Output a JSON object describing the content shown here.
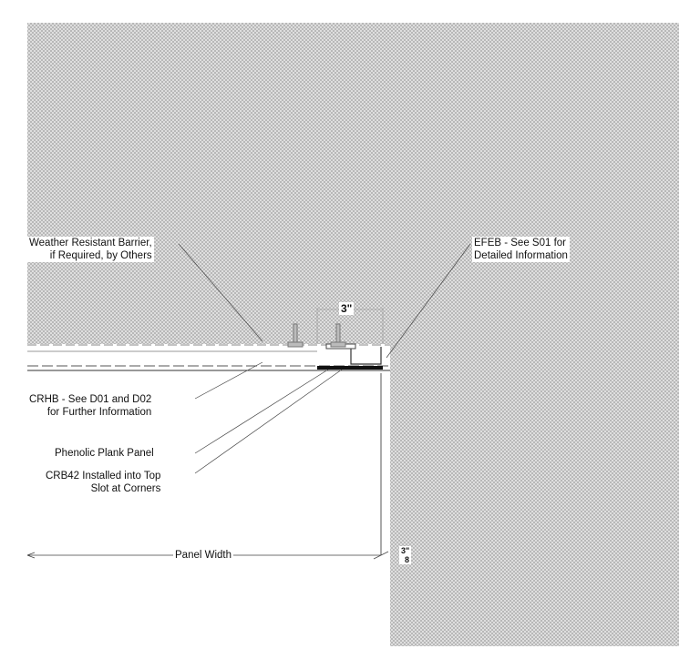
{
  "labels": {
    "wrb_line1": "Weather Resistant Barrier,",
    "wrb_line2": "if Required, by Others",
    "efeb_line1": "EFEB - See S01 for",
    "efeb_line2": "Detailed Information",
    "crhb_line1": "CRHB - See D01 and D02",
    "crhb_line2": "for Further Information",
    "phenolic": "Phenolic Plank Panel",
    "crb42_line1": "CRB42 Installed into Top",
    "crb42_line2": "Slot at Corners"
  },
  "dimensions": {
    "three_inch": "3\"",
    "panel_width": "Panel Width",
    "gap_num": "3",
    "gap_den": "8",
    "gap_unit": "\""
  },
  "colors": {
    "hatch": "#9a9a9a",
    "line": "#222222"
  }
}
